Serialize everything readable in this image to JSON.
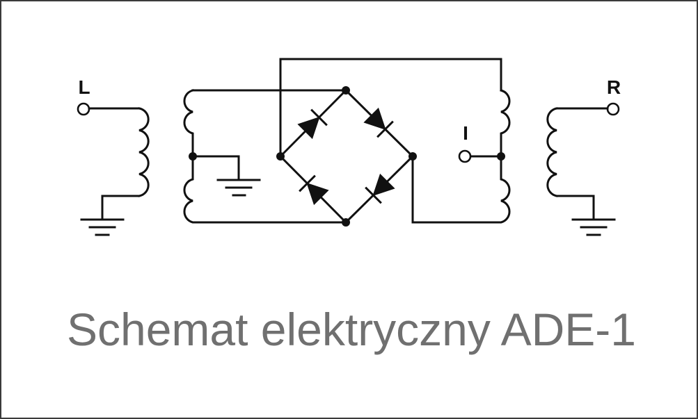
{
  "labels": {
    "left_terminal": "L",
    "right_terminal": "R",
    "center_terminal": "I"
  },
  "title": "Schemat elektryczny ADE-1",
  "colors": {
    "line": "#111111",
    "title": "#707070",
    "background": "#ffffff",
    "border": "#3a3a3a"
  }
}
